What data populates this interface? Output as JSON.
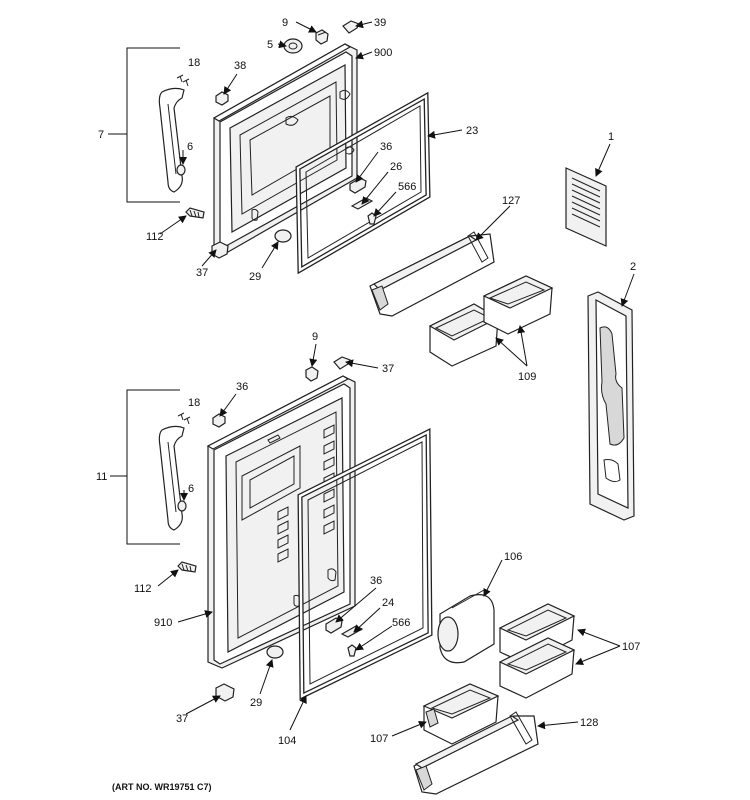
{
  "callouts": {
    "c9a": "9",
    "c39": "39",
    "c5": "5",
    "c900": "900",
    "c18a": "18",
    "c38": "38",
    "c7": "7",
    "c6a": "6",
    "c23": "23",
    "c36a": "36",
    "c26": "26",
    "c566a": "566",
    "c112a": "112",
    "c37a": "37",
    "c29a": "29",
    "c127": "127",
    "c1": "1",
    "c2": "2",
    "c109": "109",
    "c9b": "9",
    "c37b": "37",
    "c36b": "36",
    "c18b": "18",
    "c11": "11",
    "c6b": "6",
    "c112b": "112",
    "c910": "910",
    "c106": "106",
    "c36c": "36",
    "c24": "24",
    "c566b": "566",
    "c107a": "107",
    "c29b": "29",
    "c37c": "37",
    "c104": "104",
    "c107b": "107",
    "c128": "128"
  },
  "art_number": "(ART NO. WR19751 C7)"
}
